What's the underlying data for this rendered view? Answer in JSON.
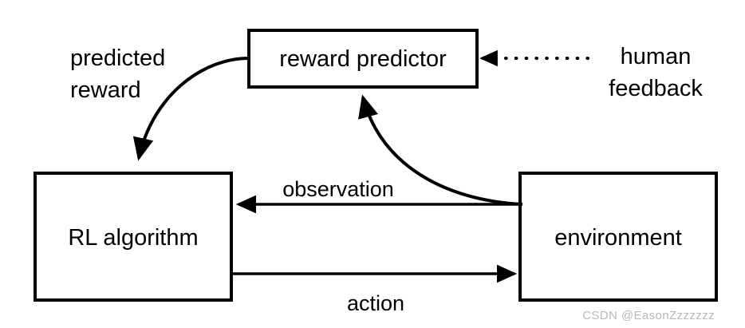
{
  "diagram": {
    "title": "RLHF reinforcement learning from human feedback loop",
    "background_color": "#ffffff",
    "line_color": "#000000",
    "nodes": [
      {
        "id": "reward-predictor",
        "label": "reward predictor"
      },
      {
        "id": "rl-algorithm",
        "label": "RL algorithm"
      },
      {
        "id": "environment",
        "label": "environment"
      }
    ],
    "edge_labels": {
      "predicted_reward_line1": "predicted",
      "predicted_reward_line2": "reward",
      "human_feedback_line1": "human",
      "human_feedback_line2": "feedback",
      "observation": "observation",
      "action": "action"
    },
    "edges": [
      {
        "id": "reward-predictor-to-rl",
        "from": "reward predictor",
        "to": "RL algorithm",
        "style": "solid-curve",
        "label": "predicted reward"
      },
      {
        "id": "human-to-reward-predictor",
        "from": "human feedback",
        "to": "reward predictor",
        "style": "dotted",
        "label": "human feedback"
      },
      {
        "id": "environment-to-reward-predictor",
        "from": "environment",
        "to": "reward predictor",
        "style": "solid-curve",
        "label": ""
      },
      {
        "id": "environment-to-rl",
        "from": "environment",
        "to": "RL algorithm",
        "style": "solid-straight",
        "label": "observation"
      },
      {
        "id": "rl-to-environment",
        "from": "RL algorithm",
        "to": "environment",
        "style": "solid-straight",
        "label": "action"
      }
    ]
  },
  "watermark": {
    "text": "CSDN @EasonZzzzzzz",
    "color": "#b8b8b8"
  }
}
